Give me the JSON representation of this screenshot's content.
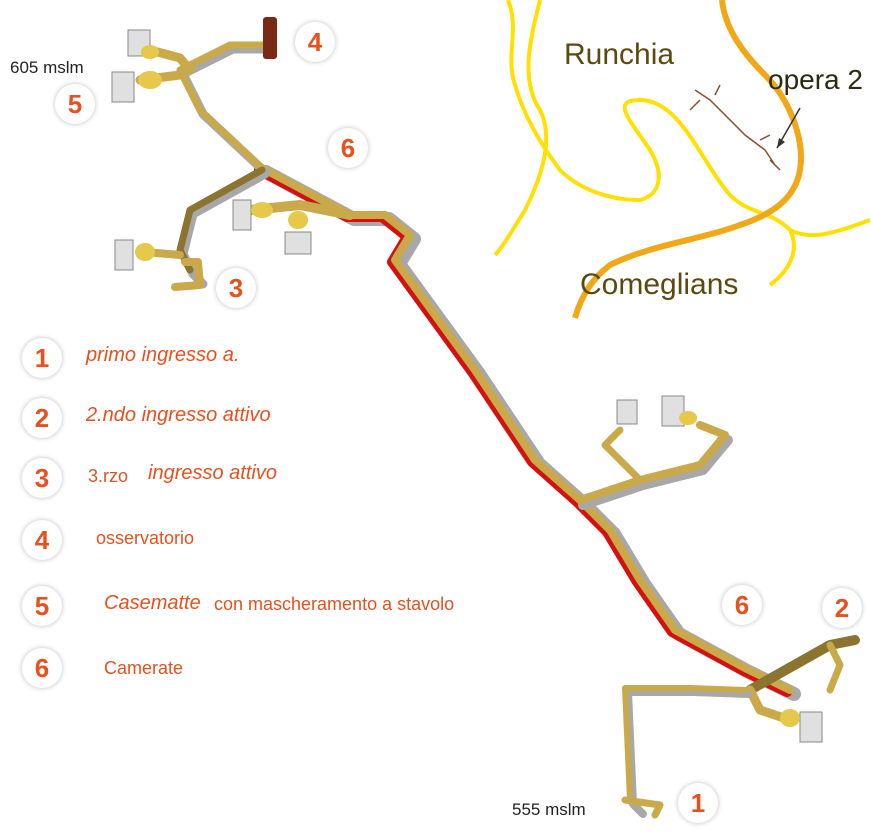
{
  "altitudes": {
    "top": "605 mslm",
    "bottom": "555 mslm"
  },
  "inset": {
    "place_north": "Runchia",
    "place_south": "Comeglians",
    "label": "opera 2"
  },
  "map_badges": [
    "4",
    "5",
    "6",
    "3",
    "6",
    "2",
    "1"
  ],
  "legend": [
    {
      "num": "1",
      "text_italic": "primo ingresso  a.",
      "text": ""
    },
    {
      "num": "2",
      "text_italic": "2.ndo ingresso attivo",
      "text": ""
    },
    {
      "num": "3",
      "text_prefix": "3.rzo",
      "text_italic": "ingresso attivo"
    },
    {
      "num": "4",
      "text": "osservatorio"
    },
    {
      "num": "5",
      "text_italic": "Casematte",
      "text": "con mascheramento a stavolo"
    },
    {
      "num": "6",
      "text": "Camerate"
    }
  ],
  "colors": {
    "accent": "#e8501e",
    "tunnel": "#c9a94a",
    "wall": "#9a9a9a",
    "road": "#f0b020",
    "river": "#ffe000"
  }
}
